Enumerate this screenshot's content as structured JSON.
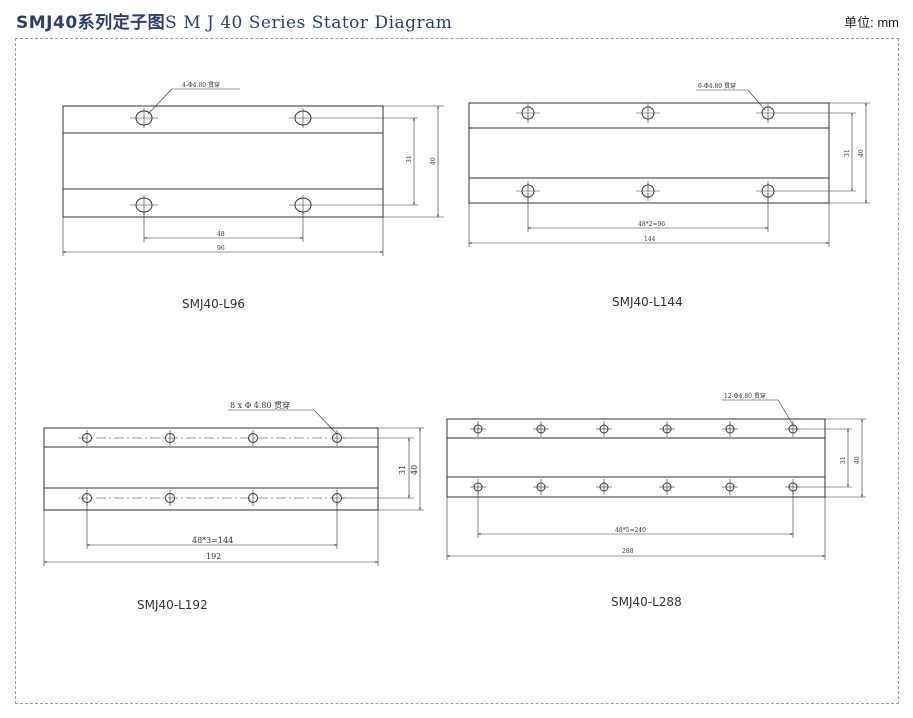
{
  "header": {
    "title_cn": "SMJ40系列定子图",
    "title_en": "S M J 40 Series Stator Diagram",
    "unit": "单位: mm"
  },
  "diagrams": {
    "l96": {
      "model": "SMJ40-L96",
      "hole_note": "4-Φ4.80 贯穿",
      "pitch": "48",
      "length": "96",
      "inner": "31",
      "outer": "40"
    },
    "l144": {
      "model": "SMJ40-L144",
      "hole_note": "6-Φ4.80 贯穿",
      "pitch": "48*2=96",
      "length": "144",
      "inner": "31",
      "outer": "40"
    },
    "l192": {
      "model": "SMJ40-L192",
      "hole_note": "8 x Φ 4.80 贯穿",
      "pitch": "48*3=144",
      "length": "192",
      "inner": "31",
      "outer": "40"
    },
    "l288": {
      "model": "SMJ40-L288",
      "hole_note": "12-Φ4.80 贯穿",
      "pitch": "48*5=240",
      "length": "288",
      "inner": "31",
      "outer": "40"
    }
  }
}
